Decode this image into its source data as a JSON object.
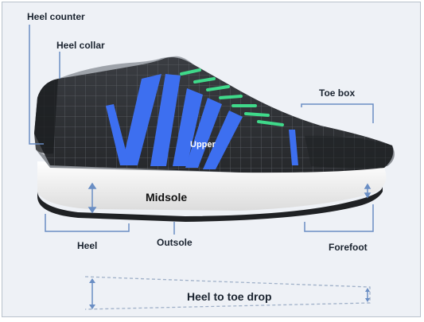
{
  "labels": {
    "heel_counter": "Heel counter",
    "heel_collar": "Heel collar",
    "toe_box": "Toe box",
    "upper": "Upper",
    "midsole": "Midsole",
    "heel": "Heel",
    "outsole": "Outsole",
    "forefoot": "Forefoot",
    "heel_to_toe_drop": "Heel to toe drop"
  },
  "colors": {
    "background": "#eef1f6",
    "callout_line": "#6a8ec4",
    "upper_mesh": "#2f3236",
    "accent_blue": "#3d6ff0",
    "laces": "#3fd98a",
    "midsole": "#f4f4f4",
    "outsole": "#1f2124",
    "drop_indicator": "#9fb0c8"
  }
}
